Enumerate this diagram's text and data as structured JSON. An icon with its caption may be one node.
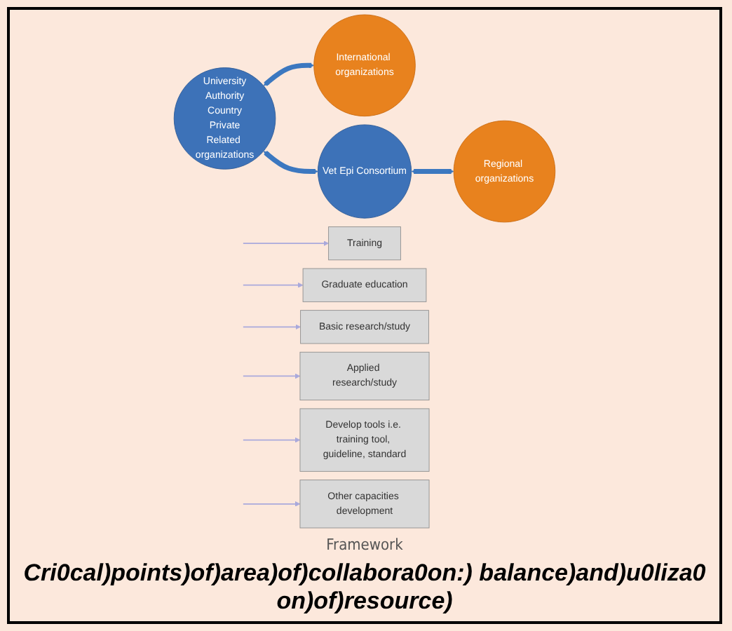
{
  "diagram": {
    "caption": "Cri0cal)points)of)area)of)collabora0on:) balance)and)u0liza0on)of)resource)",
    "nodes": [
      {
        "text": [
          "University",
          "Authority",
          "Country",
          "Private",
          "Related organizations"
        ]
      },
      {
        "text": [
          "International organizations"
        ]
      },
      {
        "text": [
          "Vet Epi Consortium"
        ]
      },
      {
        "text": [
          "Regional organizations"
        ]
      },
      {
        "text": [
          "Training"
        ]
      },
      {
        "text": [
          "Graduate education"
        ]
      },
      {
        "text": [
          "Basic research/study"
        ]
      },
      {
        "text": [
          "Applied research/study"
        ]
      },
      {
        "text": [
          "Develop tools i.e. training tool, guideline, standard"
        ]
      },
      {
        "text": [
          "Other capacities development"
        ]
      }
    ],
    "edges": [
      {
        "from": 0,
        "to": 1,
        "arrow": "both",
        "style": "thick",
        "color": "#3c78c0"
      },
      {
        "from": 0,
        "to": 2,
        "arrow": "both",
        "style": "thick",
        "color": "#3c78c0"
      },
      {
        "from": 2,
        "to": 3,
        "arrow": "both",
        "style": "thick",
        "color": "#3c78c0"
      },
      {
        "from": null,
        "to": 4,
        "arrow": "to"
      },
      {
        "from": null,
        "to": 5,
        "arrow": "to"
      },
      {
        "from": null,
        "to": 6,
        "arrow": "to"
      },
      {
        "from": null,
        "to": 7,
        "arrow": "to"
      },
      {
        "from": null,
        "to": 8,
        "arrow": "to"
      },
      {
        "from": null,
        "to": 9,
        "arrow": "to"
      }
    ],
    "labels": [
      "Framework"
    ]
  }
}
